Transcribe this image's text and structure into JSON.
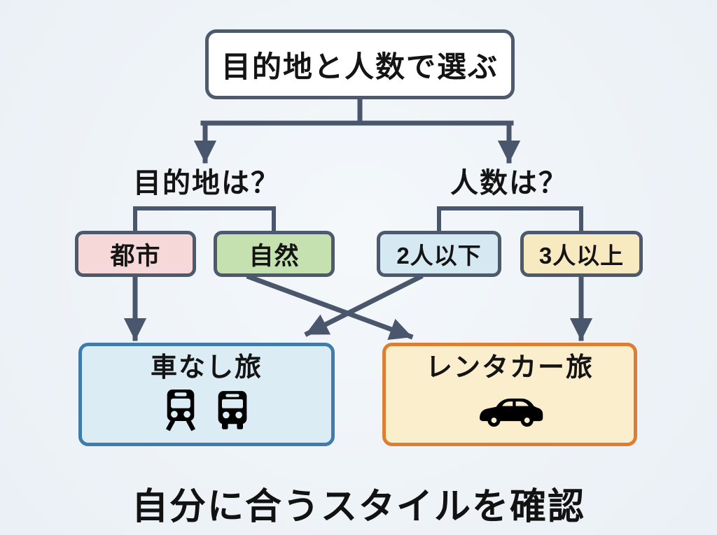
{
  "diagram": {
    "title": "目的地と人数で選ぶ",
    "footer": "自分に合うスタイルを確認",
    "questions": [
      {
        "id": "destination",
        "label": "目的地は？"
      },
      {
        "id": "party-size",
        "label": "人数は？"
      }
    ],
    "options": [
      {
        "id": "city",
        "label": "都市",
        "fill": "#f7d8d8",
        "question": "目的地は？"
      },
      {
        "id": "nature",
        "label": "自然",
        "fill": "#c6e1b0",
        "question": "目的地は？"
      },
      {
        "id": "two",
        "label": "2人以下",
        "fill": "#d5e9f2",
        "question": "人数は？"
      },
      {
        "id": "three",
        "label": "3人以上",
        "fill": "#f8eac0",
        "question": "人数は？"
      }
    ],
    "results": [
      {
        "id": "car-free",
        "label": "車なし旅",
        "icons": [
          "train-icon",
          "bus-icon"
        ],
        "fill": "#dcecf5",
        "border": "#3e7dab"
      },
      {
        "id": "rental-car",
        "label": "レンタカー旅",
        "icons": [
          "car-icon"
        ],
        "fill": "#faeecd",
        "border": "#dd7f33"
      }
    ],
    "edges": [
      {
        "from": "目的地と人数で選ぶ",
        "to": "目的地は？"
      },
      {
        "from": "目的地と人数で選ぶ",
        "to": "人数は？"
      },
      {
        "from": "目的地は？",
        "to": "都市"
      },
      {
        "from": "目的地は？",
        "to": "自然"
      },
      {
        "from": "人数は？",
        "to": "2人以下"
      },
      {
        "from": "人数は？",
        "to": "3人以上"
      },
      {
        "from": "都市",
        "to": "車なし旅"
      },
      {
        "from": "自然",
        "to": "レンタカー旅"
      },
      {
        "from": "2人以下",
        "to": "車なし旅"
      },
      {
        "from": "3人以上",
        "to": "レンタカー旅"
      }
    ],
    "colors": {
      "background": "#eef3f8",
      "connector": "#4a566b",
      "box_border": "#4d5a6e",
      "text": "#141414",
      "result_blue_border": "#3e7dab",
      "result_orange_border": "#dd7f33"
    }
  }
}
